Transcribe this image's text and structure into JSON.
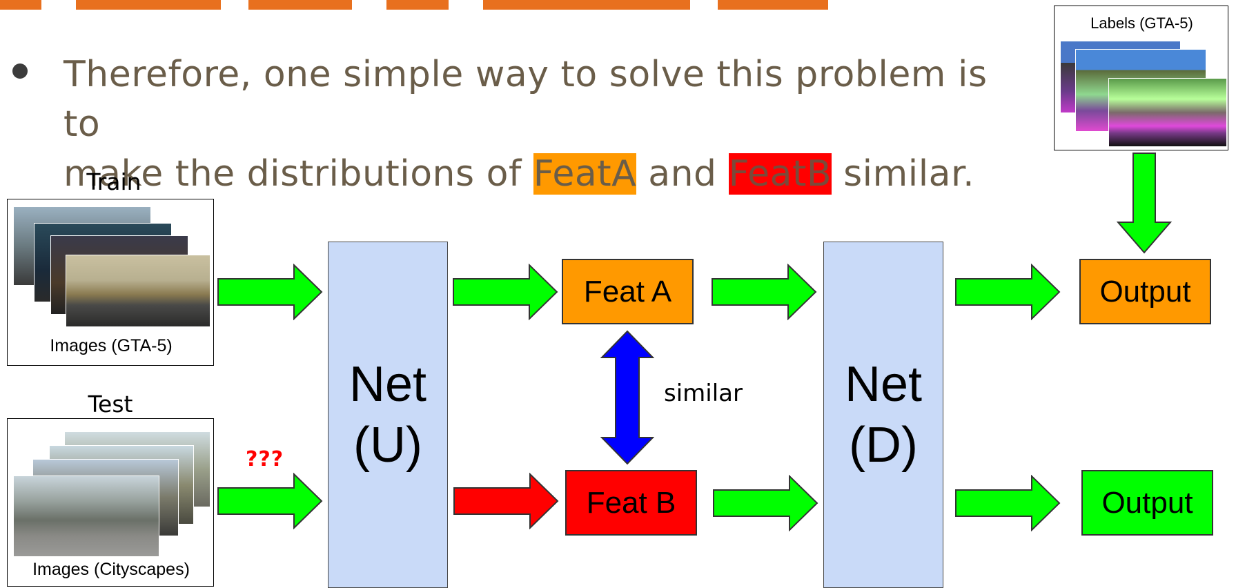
{
  "slide": {
    "bullet_line1": "Therefore, one simple way to solve this problem is to",
    "bullet_line2_pre": "make the distributions of ",
    "feat_a_highlight": "FeatA",
    "bullet_line2_mid": " and ",
    "feat_b_highlight": "FeatB",
    "bullet_line2_post": " similar."
  },
  "diagram": {
    "train_label": "Train",
    "test_label": "Test",
    "train_caption": "Images (GTA-5)",
    "test_caption": "Images (Cityscapes)",
    "labels_caption": "Labels (GTA-5)",
    "net_u_line1": "Net",
    "net_u_line2": "(U)",
    "net_d_line1": "Net",
    "net_d_line2": "(D)",
    "feat_a": "Feat A",
    "feat_b": "Feat B",
    "similar": "similar",
    "question": "???",
    "output_top": "Output",
    "output_bottom": "Output"
  },
  "colors": {
    "title_orange": "#e8701e",
    "bullet_text": "#6a5d49",
    "net_fill": "#c9daf8",
    "feat_a_fill": "#ff9900",
    "feat_b_fill": "#ff0000",
    "output_top_fill": "#ff9900",
    "output_bottom_fill": "#00ff00",
    "arrow_green": "#00ff00",
    "arrow_red": "#ff0000",
    "arrow_blue": "#0000ff"
  }
}
